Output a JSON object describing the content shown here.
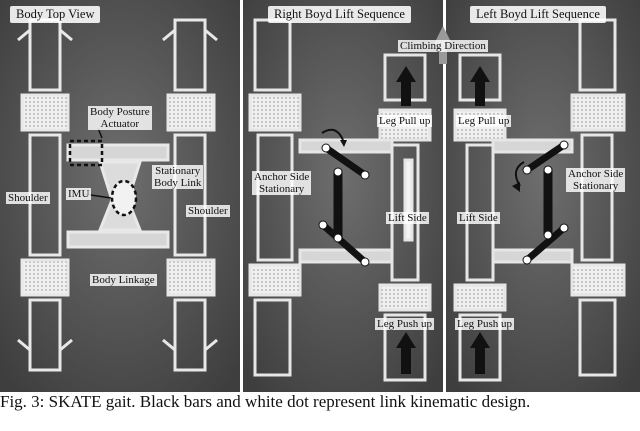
{
  "panels": {
    "left_title": "Body Top View",
    "middle_title": "Right Boyd Lift Sequence",
    "right_title": "Left Boyd Lift Sequence"
  },
  "labels": {
    "body_posture_actuator": "Body Posture\nActuator",
    "stationary_body_link": "Stationary\nBody Link",
    "imu": "IMU",
    "shoulder_left": "Shoulder",
    "shoulder_right": "Shoulder",
    "body_linkage": "Body Linkage",
    "climbing_direction": "Climbing Direction",
    "mid_leg_pull_up": "Leg Pull up",
    "mid_anchor_side": "Anchor Side\nStationary",
    "mid_lift_side": "Lift Side",
    "mid_leg_push_up": "Leg Push up",
    "right_leg_pull_up": "Leg Pull up",
    "right_anchor_side": "Anchor Side\nStationary",
    "right_lift_side": "Lift Side",
    "right_leg_push_up": "Leg Push up"
  },
  "caption": "Fig. 3: SKATE gait. Black bars and white dot represent link kinematic design.",
  "colors": {
    "background_panel": "#5a5a5a",
    "robot_frame": "#e6e6e6",
    "link_bar": "#111111",
    "joint_dot": "#ffffff",
    "arrow": "#111111"
  }
}
